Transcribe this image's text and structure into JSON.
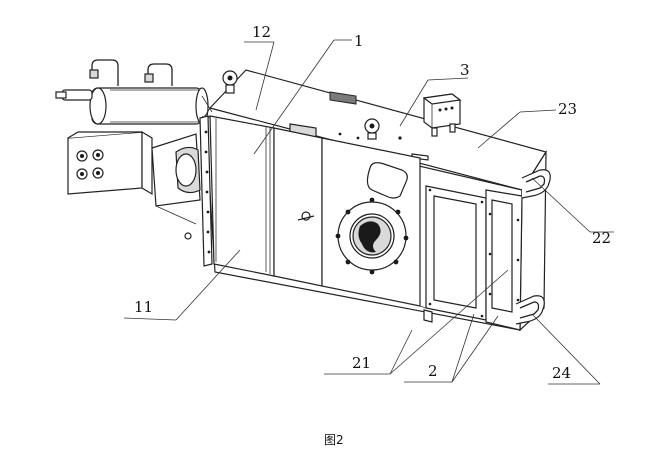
{
  "figure": {
    "caption": "图2",
    "labels": {
      "l1": "1",
      "l2": "2",
      "l3": "3",
      "l11": "11",
      "l12": "12",
      "l21": "21",
      "l22": "22",
      "l23": "23",
      "l24": "24"
    }
  }
}
